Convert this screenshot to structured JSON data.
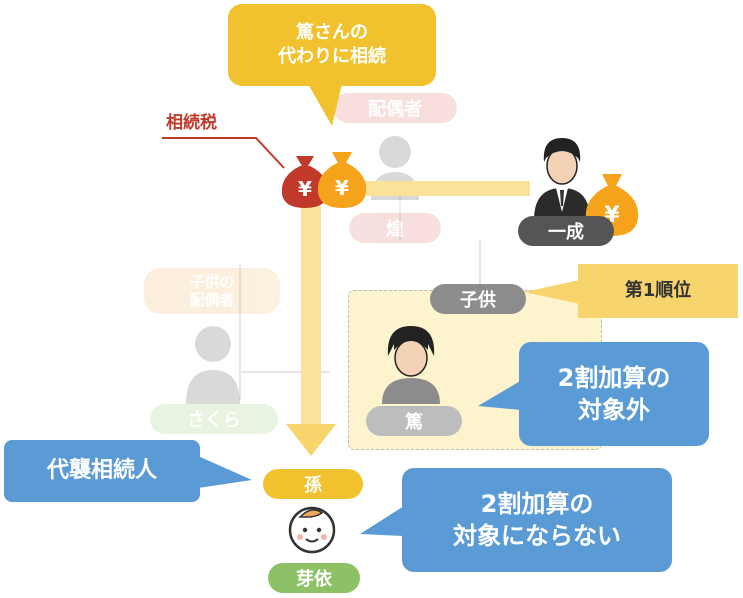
{
  "callout_top": {
    "line1": "篤さんの",
    "line2": "代わりに相続"
  },
  "tax_label": "相続税",
  "yen_symbol": "¥",
  "faded": {
    "spouse": "配偶者",
    "deceased": "煌",
    "child_spouse_line1": "子供の",
    "child_spouse_line2": "配偶者",
    "sakura": "さくら"
  },
  "issei": "一成",
  "child_tag": "子供",
  "rank_label": "第1順位",
  "atsushi": "篤",
  "out_of_scope": {
    "line1": "2割加算の",
    "line2": "対象外"
  },
  "representative_heir": "代襲相続人",
  "grandchild_tag": "孫",
  "not_subject": {
    "line1": "2割加算の",
    "line2": "対象にならない"
  },
  "mei": "芽依",
  "colors": {
    "yellow": "#f2c12e",
    "blue": "#5b9bd5",
    "red": "#c0392b",
    "orange": "#f5a31a",
    "gray": "#8c8c8c",
    "dark_tag": "#555555",
    "green": "#8cc265",
    "panel": "#fdf3cc"
  }
}
